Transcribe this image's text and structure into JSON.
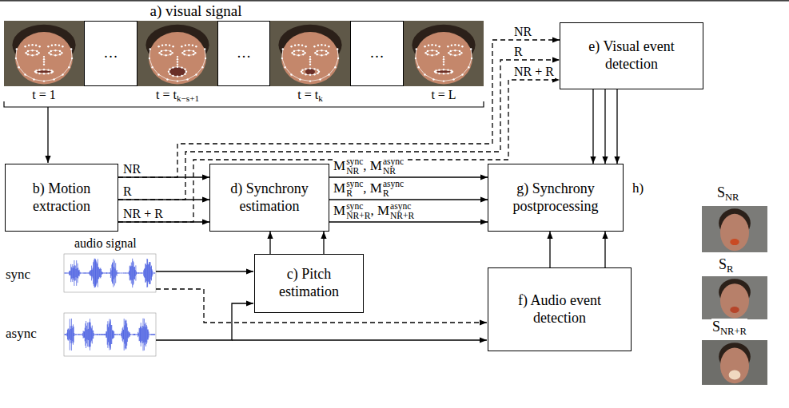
{
  "diagram": {
    "nodes": [
      {
        "text": [
          "…"
        ]
      },
      {
        "text": [
          "…"
        ]
      },
      {
        "text": [
          "…"
        ]
      },
      {
        "text": [
          "e) Visual event detection"
        ]
      },
      {
        "text": [
          "b) Motion extraction"
        ]
      },
      {
        "text": [
          "d) Synchrony estimation"
        ]
      },
      {
        "text": [
          "g) Synchrony postprocessing"
        ]
      },
      {
        "text": [
          "c) Pitch estimation"
        ]
      },
      {
        "text": [
          "f) Audio event detection"
        ]
      }
    ],
    "edges": [
      {
        "from": 4,
        "to": 5,
        "label": "NR",
        "arrow": "to"
      },
      {
        "from": 4,
        "to": 5,
        "label": "R",
        "arrow": "to"
      },
      {
        "from": 4,
        "to": 5,
        "label": "NR + R",
        "arrow": "to"
      },
      {
        "from": 4,
        "to": 3,
        "label": "NR",
        "arrow": "to"
      },
      {
        "from": 4,
        "to": 3,
        "label": "R",
        "arrow": "to"
      },
      {
        "from": 4,
        "to": 3,
        "label": "NR + R",
        "arrow": "to"
      },
      {
        "from": 7,
        "to": 5,
        "arrow": "to"
      },
      {
        "from": 7,
        "to": 5,
        "arrow": "to"
      },
      {
        "from": 5,
        "to": 6,
        "label": "M^sync_NR, M^async_NR",
        "arrow": "to"
      },
      {
        "from": 5,
        "to": 6,
        "label": "M^sync_R, M^async_R",
        "arrow": "to"
      },
      {
        "from": 5,
        "to": 6,
        "label": "M^sync_NR+R, M^async_NR+R",
        "arrow": "to"
      },
      {
        "from": 3,
        "to": 6,
        "arrow": "to"
      },
      {
        "from": 3,
        "to": 6,
        "arrow": "to"
      },
      {
        "from": 3,
        "to": 6,
        "arrow": "to"
      },
      {
        "from": 8,
        "to": 6,
        "arrow": "to"
      },
      {
        "from": 8,
        "to": 6,
        "arrow": "to"
      }
    ],
    "labels": [
      "a) visual signal",
      "t = 1",
      "t = t_k−s+1",
      "t = t_k",
      "t = L",
      "audio signal",
      "sync",
      "async",
      "h)",
      "S_NR",
      "S_R",
      "S_NR+R"
    ]
  }
}
